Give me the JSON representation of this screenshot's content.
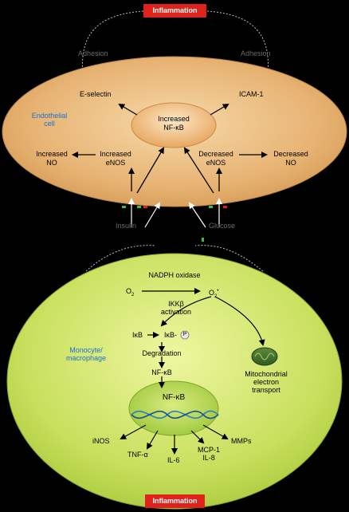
{
  "top_badge": "Inflammation",
  "bottom_badge": "Inflammation",
  "endothelial": {
    "cell_label": "Endothelial cell",
    "e_selectin": "E-selectin",
    "icam1": "ICAM-1",
    "nfkb_line1": "Increased",
    "nfkb_line2": "NF-κB",
    "increased_no_1": "Increased",
    "increased_no_2": "NO",
    "increased_enos_1": "Increased",
    "increased_enos_2": "eNOS",
    "decreased_enos_1": "Decreased",
    "decreased_enos_2": "eNOS",
    "decreased_no_1": "Decreased",
    "decreased_no_2": "NO"
  },
  "faint_labels": {
    "adhesion_left": "Adhesion",
    "adhesion_right": "Adhesion",
    "mid_left": "Insulin",
    "mid_right": "Glucose"
  },
  "monocyte": {
    "cell_label_1": "Monocyte/",
    "cell_label_2": "macrophage",
    "nadph": "NADPH oxidase",
    "o2_left": "O",
    "o2_left_sub": "2",
    "o2_right": "O",
    "o2_right_sub": "2",
    "o2_right_dot": "•",
    "ikkb_1": "IKKβ",
    "ikkb_2": "activation",
    "ikb_left": "IκB",
    "ikb_right": "IκB-",
    "ikb_p": "P",
    "degradation": "Degradation",
    "nfkb_small": "NF-κB",
    "nfkb_nucleus": "NF-κB",
    "mito_1": "Mitochondrial",
    "mito_2": "electron",
    "mito_3": "transport",
    "inos": "iNOS",
    "tnf": "TNF-α",
    "il6": "IL-6",
    "mcp1_1": "MCP-1",
    "mcp1_2": "IL-8",
    "mmps": "MMPs"
  },
  "colors": {
    "badge": "#e0221c",
    "endothelial_fill": "#e9b878",
    "monocyte_fill": "#c8e060",
    "nucleus_fill": "#a8d040",
    "label_blue": "#1e6fd0"
  }
}
